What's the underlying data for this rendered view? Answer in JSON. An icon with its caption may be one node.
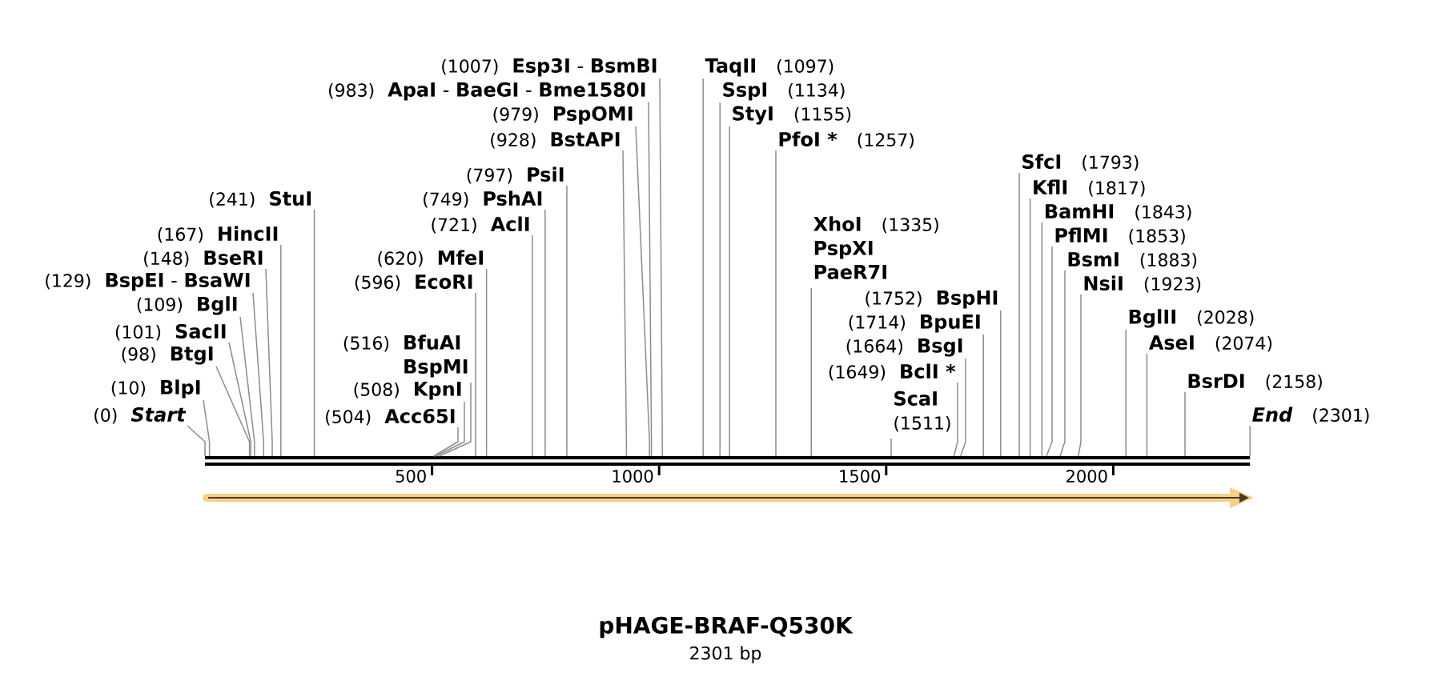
{
  "diagram": {
    "title": "pHAGE-BRAF-Q530K",
    "nodes": [
      {
        "text": [
          "(0)",
          "Start"
        ]
      },
      {
        "text": [
          "(10)",
          "BlpI"
        ]
      },
      {
        "text": [
          "(98)",
          "BtgI"
        ]
      },
      {
        "text": [
          "(101)",
          "SacII"
        ]
      },
      {
        "text": [
          "(109)",
          "BglI"
        ]
      },
      {
        "text": [
          "(129)",
          "**BspEI** - **BsaWI**"
        ]
      },
      {
        "text": [
          "(148)",
          "BseRI"
        ]
      },
      {
        "text": [
          "(167)",
          "HincII"
        ]
      },
      {
        "text": [
          "(241)",
          "StuI"
        ]
      },
      {
        "text": [
          "(504)",
          "Acc65I"
        ]
      },
      {
        "text": [
          "(508)",
          "KpnI"
        ]
      },
      {
        "text": [
          "(516)",
          "BfuAI",
          "BspMI"
        ]
      },
      {
        "text": [
          "(596)",
          "EcoRI"
        ]
      },
      {
        "text": [
          "(620)",
          "MfeI"
        ]
      },
      {
        "text": [
          "(721)",
          "AclI"
        ]
      },
      {
        "text": [
          "(749)",
          "PshAI"
        ]
      },
      {
        "text": [
          "(797)",
          "PsiI"
        ]
      },
      {
        "text": [
          "(928)",
          "BstAPI"
        ]
      },
      {
        "text": [
          "(979)",
          "PspOMI"
        ]
      },
      {
        "text": [
          "(983)",
          "**ApaI** - **BaeGI** - **Bme1580I**"
        ]
      },
      {
        "text": [
          "(1007)",
          "**Esp3I** - **BsmBI**"
        ]
      },
      {
        "text": [
          "TaqII",
          "(1097)"
        ]
      },
      {
        "text": [
          "SspI",
          "(1134)"
        ]
      },
      {
        "text": [
          "StyI",
          "(1155)"
        ]
      },
      {
        "text": [
          "PfoI *",
          "(1257)"
        ]
      },
      {
        "text": [
          "XhoI",
          "(1335)",
          "PspXI",
          "PaeR7I"
        ]
      },
      {
        "text": [
          "ScaI",
          "(1511)"
        ]
      },
      {
        "text": [
          "(1649)",
          "BclI *"
        ]
      },
      {
        "text": [
          "(1664)",
          "BsgI"
        ]
      },
      {
        "text": [
          "(1714)",
          "BpuEI"
        ]
      },
      {
        "text": [
          "(1752)",
          "BspHI"
        ]
      },
      {
        "text": [
          "SfcI",
          "(1793)"
        ]
      },
      {
        "text": [
          "KflI",
          "(1817)"
        ]
      },
      {
        "text": [
          "BamHI",
          "(1843)"
        ]
      },
      {
        "text": [
          "PflMI",
          "(1853)"
        ]
      },
      {
        "text": [
          "BsmI",
          "(1883)"
        ]
      },
      {
        "text": [
          "NsiI",
          "(1923)"
        ]
      },
      {
        "text": [
          "BglII",
          "(2028)"
        ]
      },
      {
        "text": [
          "AseI",
          "(2074)"
        ]
      },
      {
        "text": [
          "BsrDI",
          "(2158)"
        ]
      },
      {
        "text": [
          "End",
          "(2301)"
        ]
      },
      {
        "text": [],
        "shape": "bar"
      }
    ],
    "edges": [
      {
        "from": 0,
        "to": 41,
        "arrow": "none"
      },
      {
        "from": 1,
        "to": 41,
        "arrow": "none"
      },
      {
        "from": 2,
        "to": 41,
        "arrow": "none"
      },
      {
        "from": 3,
        "to": 41,
        "arrow": "none"
      },
      {
        "from": 4,
        "to": 41,
        "arrow": "none"
      },
      {
        "from": 5,
        "to": 41,
        "arrow": "none"
      },
      {
        "from": 6,
        "to": 41,
        "arrow": "none"
      },
      {
        "from": 7,
        "to": 41,
        "arrow": "none"
      },
      {
        "from": 8,
        "to": 41,
        "arrow": "none"
      },
      {
        "from": 9,
        "to": 41,
        "arrow": "none"
      },
      {
        "from": 10,
        "to": 41,
        "arrow": "none"
      },
      {
        "from": 11,
        "to": 41,
        "arrow": "none"
      },
      {
        "from": 12,
        "to": 41,
        "arrow": "none"
      },
      {
        "from": 13,
        "to": 41,
        "arrow": "none"
      },
      {
        "from": 14,
        "to": 41,
        "arrow": "none"
      },
      {
        "from": 15,
        "to": 41,
        "arrow": "none"
      },
      {
        "from": 16,
        "to": 41,
        "arrow": "none"
      },
      {
        "from": 17,
        "to": 41,
        "arrow": "none"
      },
      {
        "from": 18,
        "to": 41,
        "arrow": "none"
      },
      {
        "from": 19,
        "to": 41,
        "arrow": "none"
      },
      {
        "from": 20,
        "to": 41,
        "arrow": "none"
      },
      {
        "from": 21,
        "to": 41,
        "arrow": "none"
      },
      {
        "from": 22,
        "to": 41,
        "arrow": "none"
      },
      {
        "from": 23,
        "to": 41,
        "arrow": "none"
      },
      {
        "from": 24,
        "to": 41,
        "arrow": "none"
      },
      {
        "from": 25,
        "to": 41,
        "arrow": "none"
      },
      {
        "from": 26,
        "to": 41,
        "arrow": "none"
      },
      {
        "from": 27,
        "to": 41,
        "arrow": "none"
      },
      {
        "from": 28,
        "to": 41,
        "arrow": "none"
      },
      {
        "from": 29,
        "to": 41,
        "arrow": "none"
      },
      {
        "from": 30,
        "to": 41,
        "arrow": "none"
      },
      {
        "from": 31,
        "to": 41,
        "arrow": "none"
      },
      {
        "from": 32,
        "to": 41,
        "arrow": "none"
      },
      {
        "from": 33,
        "to": 41,
        "arrow": "none"
      },
      {
        "from": 34,
        "to": 41,
        "arrow": "none"
      },
      {
        "from": 35,
        "to": 41,
        "arrow": "none"
      },
      {
        "from": 36,
        "to": 41,
        "arrow": "none"
      },
      {
        "from": 37,
        "to": 41,
        "arrow": "none"
      },
      {
        "from": 38,
        "to": 41,
        "arrow": "none"
      },
      {
        "from": 39,
        "to": 41,
        "arrow": "none"
      },
      {
        "from": 40,
        "to": 41,
        "arrow": "none"
      }
    ],
    "labels": [
      "500",
      "1000",
      "1500",
      "2000",
      "2301 bp"
    ]
  }
}
